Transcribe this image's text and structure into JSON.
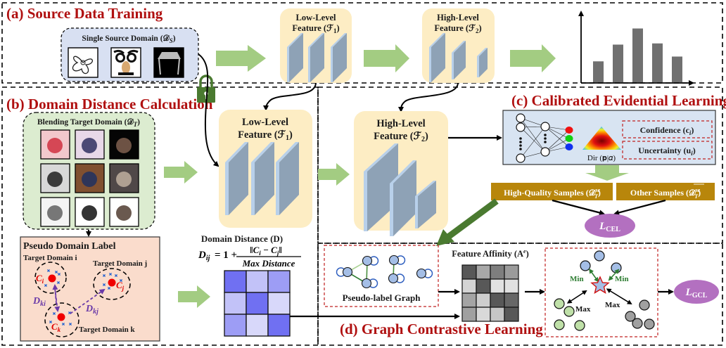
{
  "sections": {
    "a": {
      "title": "(a) Source Data Training"
    },
    "b": {
      "title": "(b) Domain Distance Calculation"
    },
    "c": {
      "title": "(c) Calibrated Evidential Learning"
    },
    "d": {
      "title": "(d) Graph Contrastive Learning"
    }
  },
  "source_domain": {
    "label": "Single Source Domain (𝒟",
    "sub": "S",
    "label_end": ")",
    "images": [
      "fan-sketch",
      "novelty-glasses",
      "table-render"
    ]
  },
  "target_domain": {
    "label": "Blending Target Domain (𝒟",
    "sub": "T",
    "label_end": ")",
    "images": [
      "red-fan",
      "glasses-sketch",
      "animal-figures",
      "desk-fan",
      "child-with-glasses",
      "ornate-table",
      "white-fan",
      "sunglasses",
      "side-table"
    ]
  },
  "features": {
    "low_level_line1": "Low-Level",
    "low_level_line2": "Feature (ℱ",
    "low_level_sub": "1",
    "high_level_line1": "High-Level",
    "high_level_line2": "Feature (ℱ",
    "high_level_sub": "2",
    "close_paren": ")"
  },
  "source_histogram": {
    "values": [
      0.35,
      0.63,
      0.9,
      0.65,
      0.43
    ]
  },
  "pseudo_domain": {
    "title": "Pseudo Domain Label",
    "domain_i": "Target Domain i",
    "domain_j": "Target Domain j",
    "domain_k": "Target Domain k",
    "ci": "C",
    "ci_sub": "i",
    "cj": "C",
    "cj_sub": "j",
    "ck": "C",
    "ck_sub": "k",
    "dki": "D",
    "dki_sub": "ki",
    "dkj": "D",
    "dkj_sub": "kj"
  },
  "domain_distance": {
    "title": "Domain Distance (D)",
    "formula_lhs": "D",
    "formula_lhs_sub": "ij",
    "formula_eq": "= 1 +",
    "numerator": "‖C",
    "numerator_i": "i",
    "numerator_mid": " − C",
    "numerator_j": "j",
    "numerator_end": "‖",
    "denominator": "Max Distance",
    "matrix": [
      [
        0.85,
        0.3,
        0.55
      ],
      [
        0.3,
        0.85,
        0.15
      ],
      [
        0.55,
        0.15,
        0.85
      ]
    ],
    "color": "#5a5af0"
  },
  "cel": {
    "confidence": "Confidence (c",
    "confidence_sub": "i",
    "uncertainty": "Uncertainty (u",
    "uncertainty_sub": "i",
    "close": ")",
    "dirichlet": "Dir (𝐩|𝛼)",
    "high_quality": "High-Quality Samples (𝒟",
    "high_quality_sup": "se",
    "high_quality_sub": "T",
    "other": "Other Samples (𝒟",
    "other_sup": "se",
    "other_sub": "T",
    "loss": "L",
    "loss_sub": "CEL"
  },
  "gcl": {
    "graph_label": "Pseudo-label Graph",
    "affinity_title": "Feature Affinity (A",
    "affinity_sup": "e",
    "affinity_close": ")",
    "affinity_matrix": [
      [
        0.2,
        0.62,
        0.4,
        0.55
      ],
      [
        0.85,
        0.2,
        0.92,
        0.92
      ],
      [
        0.6,
        0.82,
        0.2,
        0.28
      ],
      [
        0.58,
        0.88,
        0.78,
        0.2
      ]
    ],
    "min_label": "Min",
    "max_label": "Max",
    "loss": "L",
    "loss_sub": "GCL"
  },
  "colors": {
    "title_red": "#b01010",
    "arrow_green": "#a3cc82",
    "dark_green": "#4a7a30",
    "feature_bg": "#fdedc4",
    "plate_face": "#8ea2b6",
    "plate_edge": "#b8d0ea",
    "source_bg": "#d8e0f2",
    "target_bg": "#dcecd0",
    "pseudo_bg": "#fadccc",
    "cel_bg": "#d8e4f2",
    "sample_box": "#b8860b",
    "loss_purple": "#b370c0",
    "node_blue": "#a4bee6",
    "node_green": "#bfe0a8",
    "node_gray": "#a0a0a0"
  }
}
